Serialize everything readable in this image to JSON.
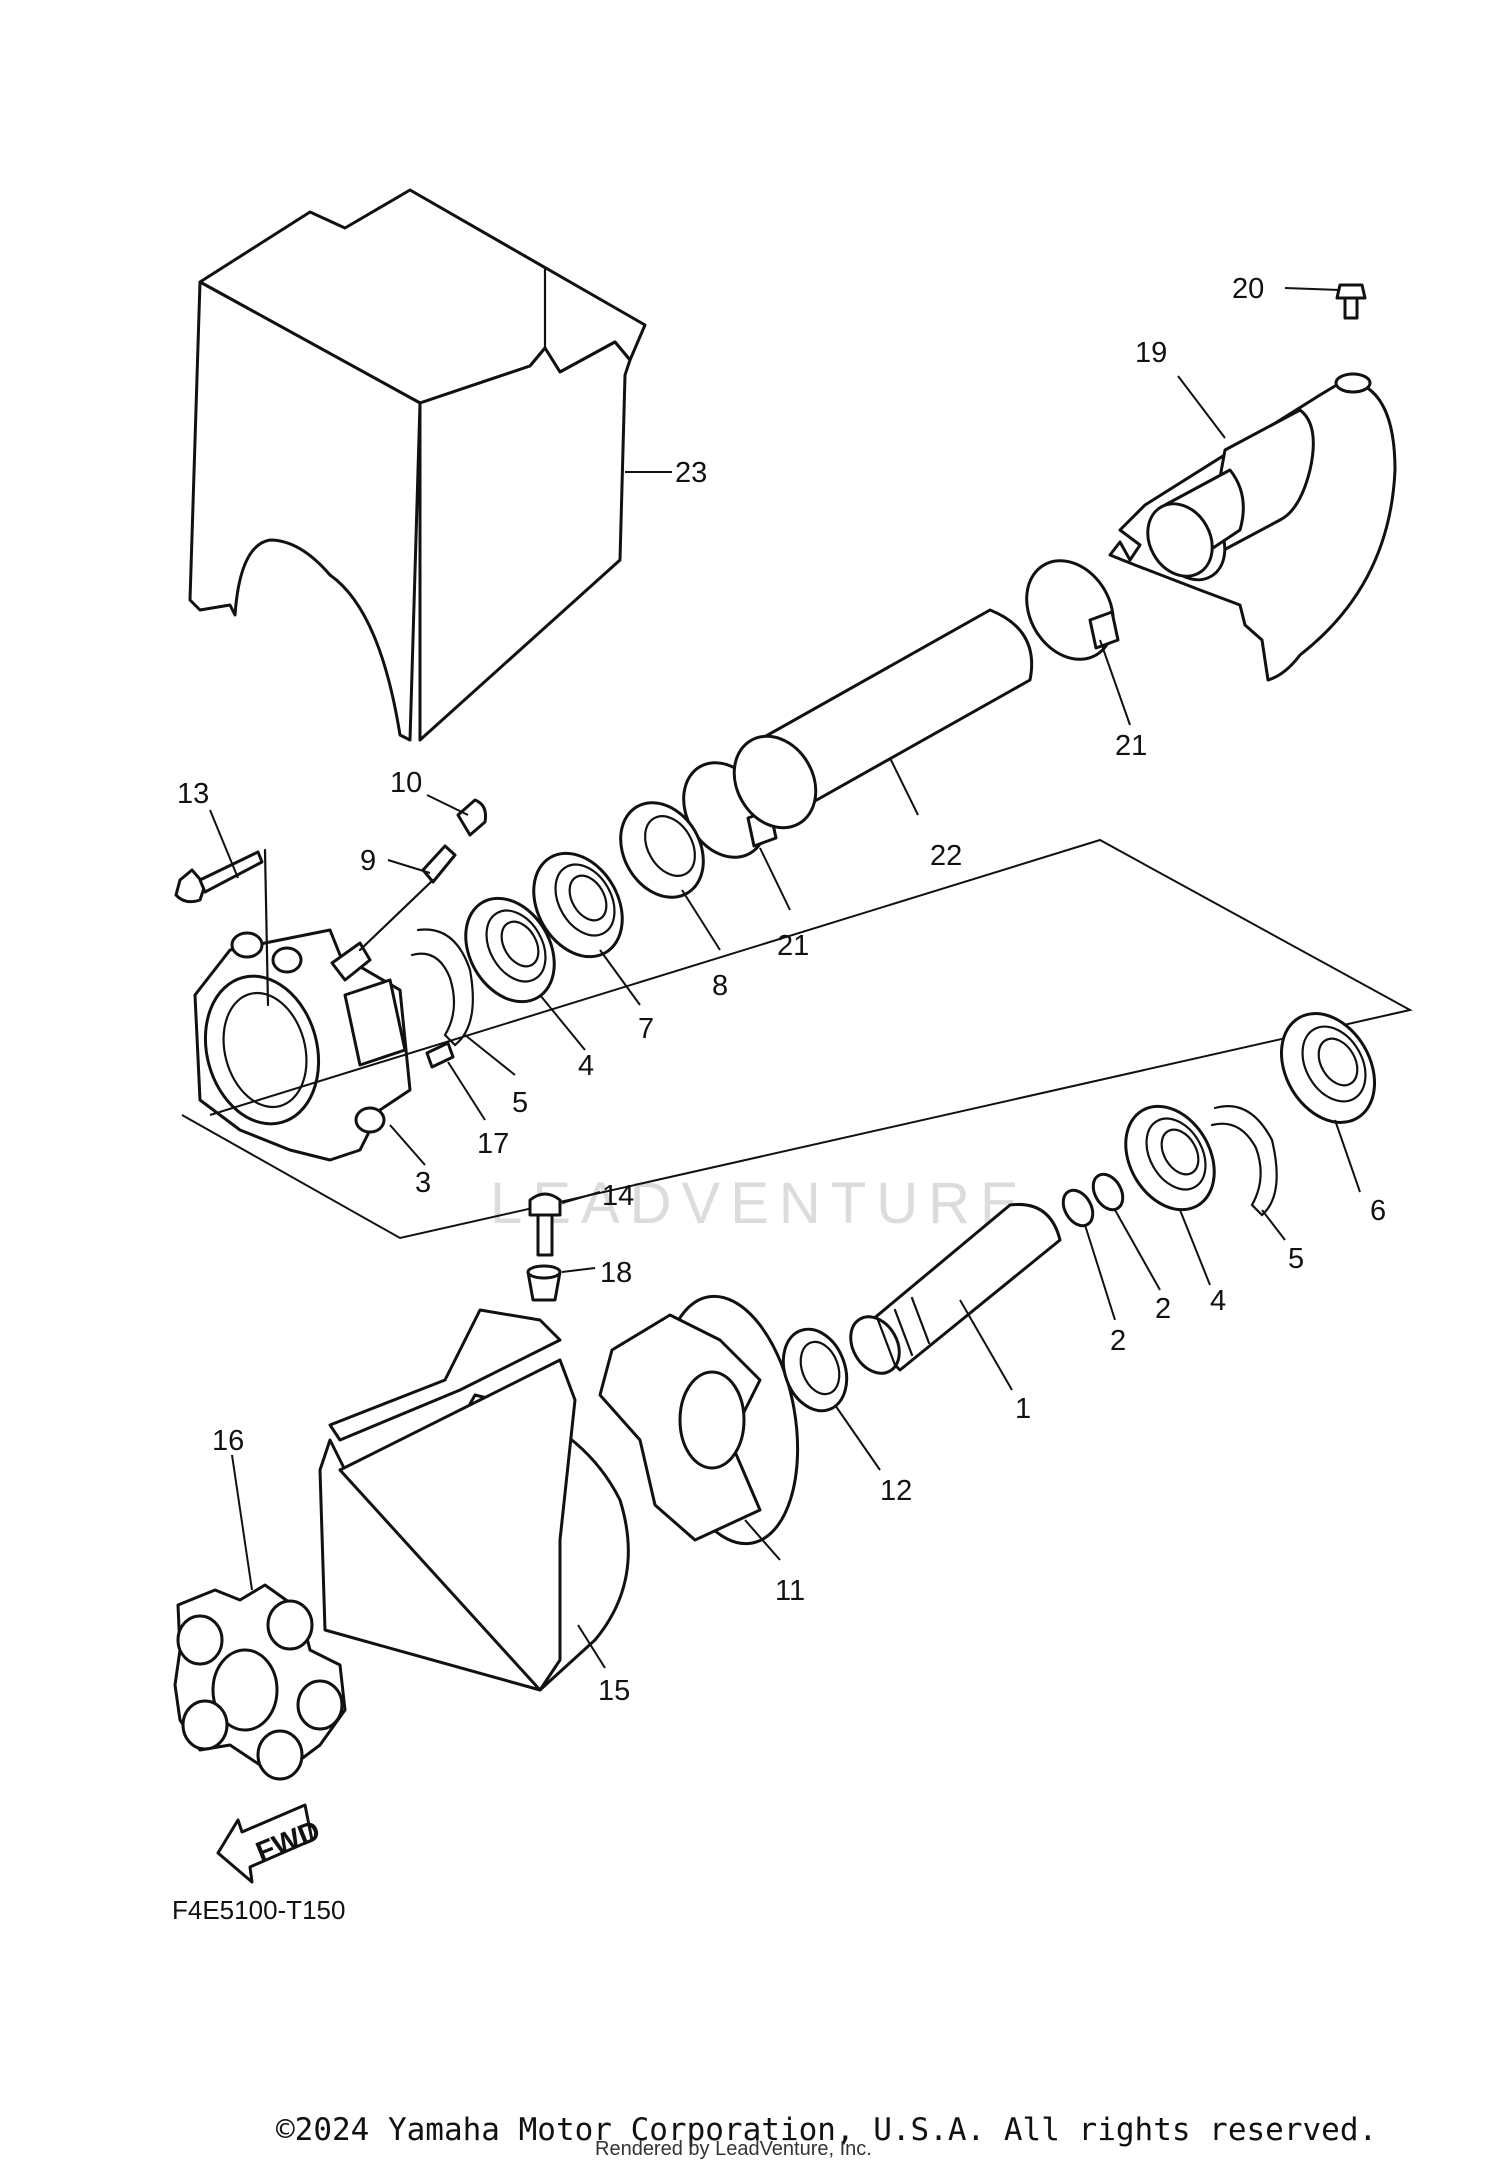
{
  "diagram_code": "F4E5100-T150",
  "copyright": "©2024 Yamaha Motor Corporation, U.S.A. All rights reserved.",
  "rendered_by": "Rendered by LeadVenture, Inc.",
  "watermark": "LEADVENTURE",
  "fwd_label": "FWD",
  "callouts": {
    "c23": "23",
    "c20": "20",
    "c19": "19",
    "c21a": "21",
    "c22": "22",
    "c21b": "21",
    "c13": "13",
    "c10": "10",
    "c9": "9",
    "c8": "8",
    "c7": "7",
    "c4a": "4",
    "c5a": "5",
    "c17": "17",
    "c3": "3",
    "c14": "14",
    "c18": "18",
    "c6": "6",
    "c5b": "5",
    "c4b": "4",
    "c2a": "2",
    "c2b": "2",
    "c1": "1",
    "c12": "12",
    "c11": "11",
    "c16": "16",
    "c15": "15"
  }
}
